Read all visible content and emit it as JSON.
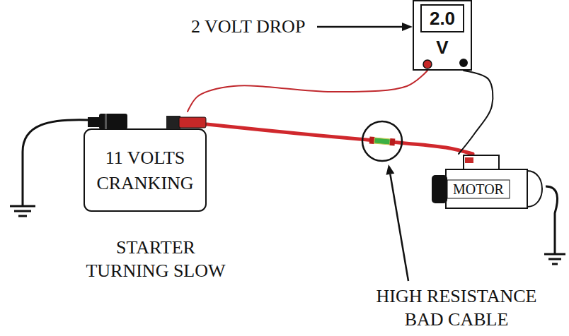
{
  "diagram": {
    "nodes": [
      {
        "text": [
          "V"
        ]
      },
      {
        "text": [
          "2.0"
        ],
        "in": 0
      },
      {
        "text": [
          "11 VOLTS CRANKING"
        ]
      },
      {
        "text": [
          "MOTOR"
        ]
      }
    ],
    "edges": [
      {
        "from": 2,
        "to": 3,
        "arrow": "none"
      },
      {
        "from": 0,
        "to": 2,
        "arrow": "none"
      },
      {
        "from": 0,
        "to": 3,
        "arrow": "none"
      }
    ],
    "labels": [
      "2 VOLT DROP",
      "STARTER TURNING SLOW",
      "HIGH RESISTANCE BAD CABLE"
    ]
  }
}
